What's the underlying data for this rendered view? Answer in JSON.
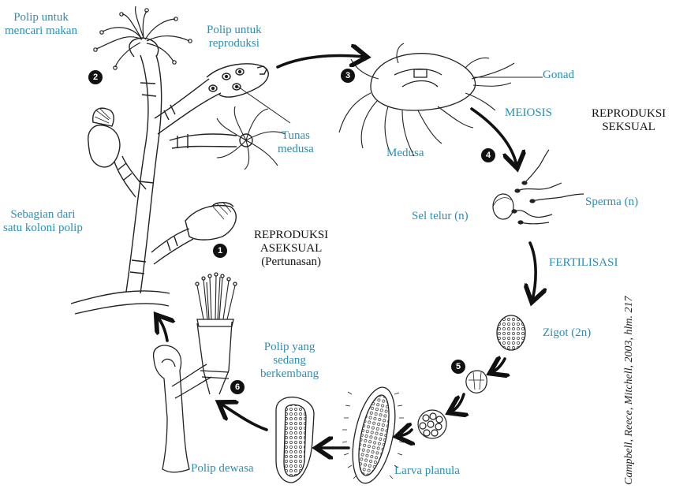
{
  "labels": {
    "polip_makan": [
      "Polip untuk",
      "mencari makan"
    ],
    "polip_reproduksi": [
      "Polip untuk",
      "reproduksi"
    ],
    "gonad": "Gonad",
    "meiosis": "MEIOSIS",
    "reproduksi_seksual": [
      "REPRODUKSI",
      "SEKSUAL"
    ],
    "tunas_medusa": [
      "Tunas",
      "medusa"
    ],
    "medusa": "Medusa",
    "sel_telur": "Sel telur (n)",
    "sperma": "Sperma (n)",
    "koloni": [
      "Sebagian dari",
      "satu koloni polip"
    ],
    "reproduksi_aseksual": [
      "REPRODUKSI",
      "ASEKSUAL",
      "(Pertunasan)"
    ],
    "fertilisasi": "FERTILISASI",
    "zigot": "Zigot (2n)",
    "polip_berkembang": [
      "Polip yang",
      "sedang",
      "berkembang"
    ],
    "polip_dewasa": "Polip dewasa",
    "larva_planula": "Larva planula"
  },
  "steps": [
    "1",
    "2",
    "3",
    "4",
    "5",
    "6"
  ],
  "credit": "Campbell, Reece, Mitchell, 2003, hlm. 217",
  "colors": {
    "label_blue": "#2a8fb4",
    "ink": "#111111"
  }
}
